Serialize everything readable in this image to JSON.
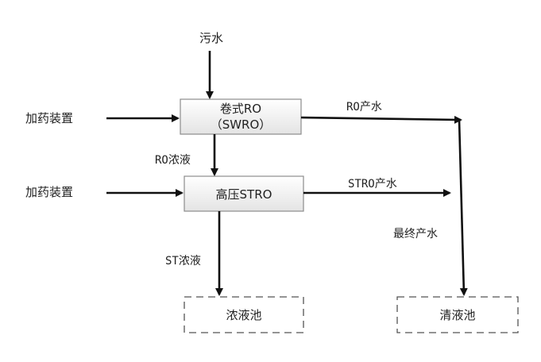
{
  "inputs": {
    "wastewater": "污水",
    "dosing_1": "加药装置",
    "dosing_2": "加药装置"
  },
  "units": {
    "swro_line1": "卷式RO",
    "swro_line2": "（SWRO）",
    "stro": "高压STRO"
  },
  "flows": {
    "ro_concentrate": "RO浓液",
    "ro_product": "RO产水",
    "stro_product": "STRO产水",
    "st_concentrate": "ST浓液",
    "final_product": "最终产水"
  },
  "tanks": {
    "concentrate_tank": "浓液池",
    "clean_tank": "清液池"
  }
}
